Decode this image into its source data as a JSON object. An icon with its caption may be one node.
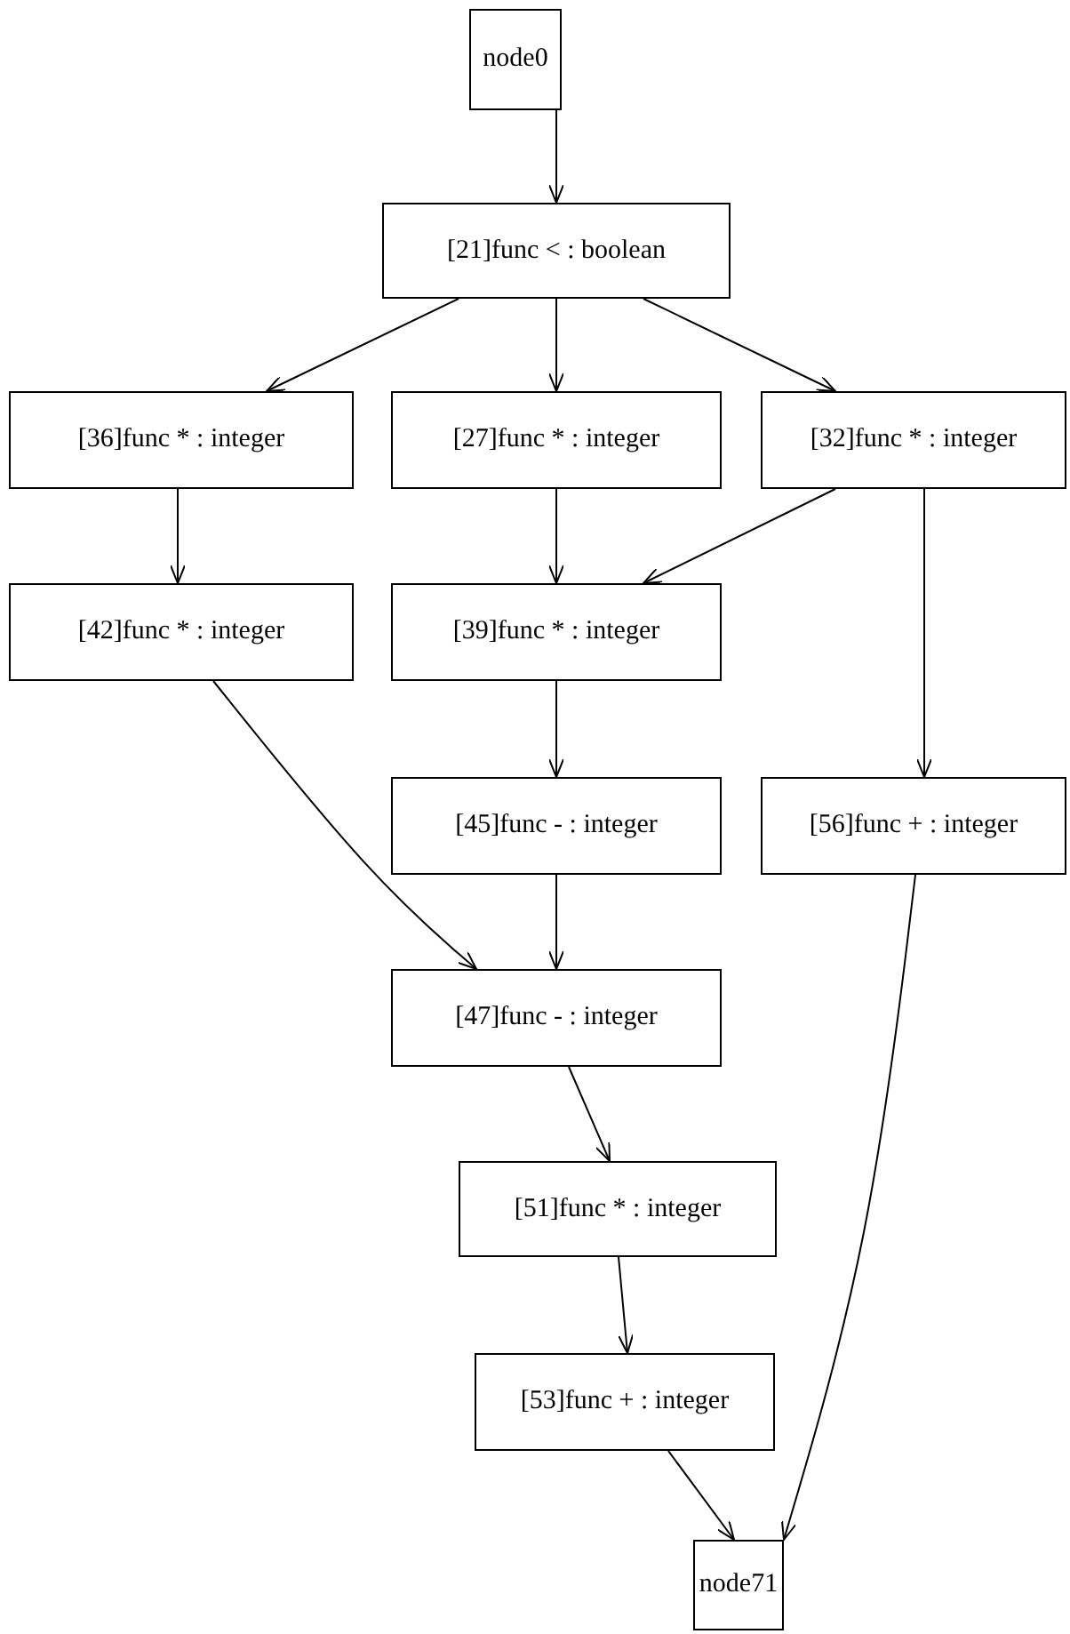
{
  "diagram": {
    "nodes": [
      {
        "text": [
          "node0"
        ]
      },
      {
        "text": [
          "[21]func < : boolean"
        ]
      },
      {
        "text": [
          "[36]func * : integer"
        ]
      },
      {
        "text": [
          "[27]func * : integer"
        ]
      },
      {
        "text": [
          "[32]func * : integer"
        ]
      },
      {
        "text": [
          "[42]func * : integer"
        ]
      },
      {
        "text": [
          "[39]func * : integer"
        ]
      },
      {
        "text": [
          "[45]func - : integer"
        ]
      },
      {
        "text": [
          "[56]func + : integer"
        ]
      },
      {
        "text": [
          "[47]func - : integer"
        ]
      },
      {
        "text": [
          "[51]func * : integer"
        ]
      },
      {
        "text": [
          "[53]func + : integer"
        ]
      },
      {
        "text": [
          "node71"
        ]
      }
    ],
    "edges": [
      {
        "from": 0,
        "to": 1,
        "arrow": "to"
      },
      {
        "from": 1,
        "to": 2,
        "arrow": "to"
      },
      {
        "from": 1,
        "to": 3,
        "arrow": "to"
      },
      {
        "from": 1,
        "to": 4,
        "arrow": "to"
      },
      {
        "from": 2,
        "to": 5,
        "arrow": "to"
      },
      {
        "from": 3,
        "to": 6,
        "arrow": "to"
      },
      {
        "from": 4,
        "to": 6,
        "arrow": "to"
      },
      {
        "from": 4,
        "to": 8,
        "arrow": "to"
      },
      {
        "from": 5,
        "to": 9,
        "arrow": "to"
      },
      {
        "from": 6,
        "to": 7,
        "arrow": "to"
      },
      {
        "from": 7,
        "to": 9,
        "arrow": "to"
      },
      {
        "from": 9,
        "to": 10,
        "arrow": "to"
      },
      {
        "from": 10,
        "to": 11,
        "arrow": "to"
      },
      {
        "from": 11,
        "to": 12,
        "arrow": "to"
      },
      {
        "from": 8,
        "to": 12,
        "arrow": "to"
      }
    ]
  }
}
